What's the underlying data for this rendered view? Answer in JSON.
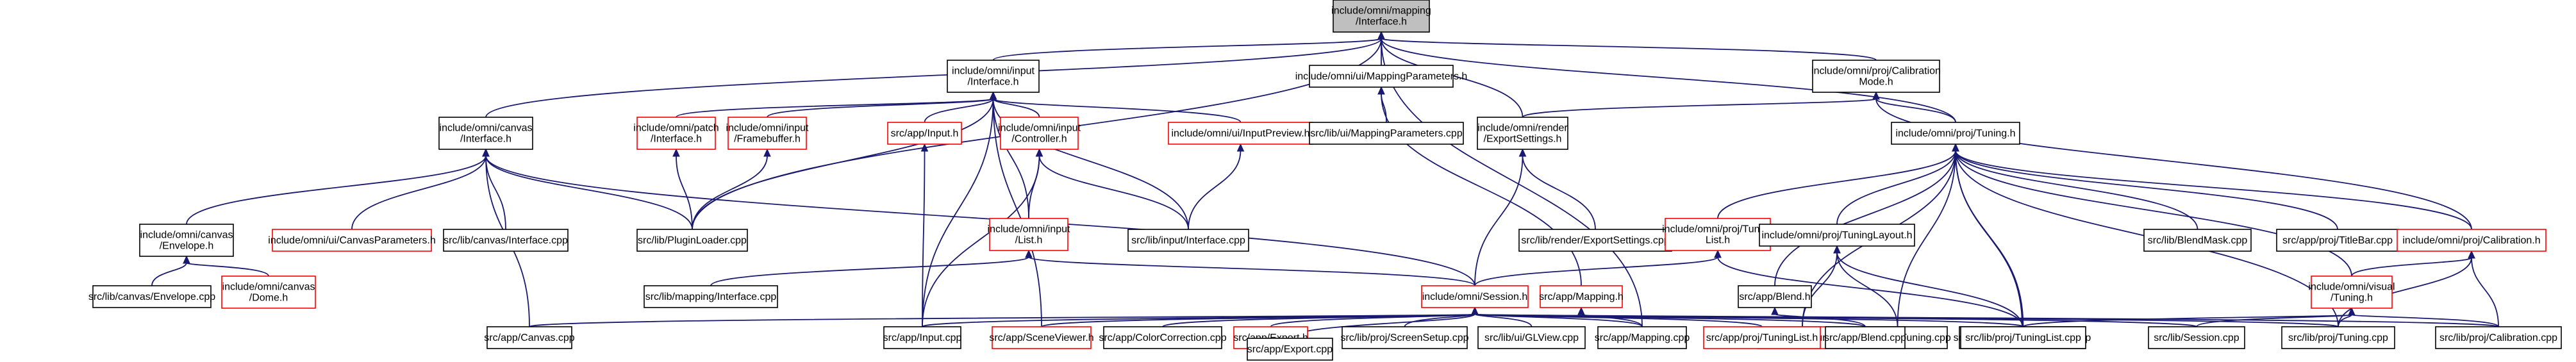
{
  "colors": {
    "edge": "#191970",
    "node_border_documented": "#000000",
    "node_border_undocumented": "#ff0000",
    "root_fill": "#bfbfbf",
    "node_fill": "#ffffff",
    "text": "#000000",
    "background": "#ffffff"
  },
  "nodes": [
    {
      "id": "root",
      "lines": [
        "include/omni/mapping",
        "/Interface.h"
      ],
      "style": "root"
    },
    {
      "id": "input_h",
      "lines": [
        "include/omni/input",
        "/Interface.h"
      ],
      "style": "black"
    },
    {
      "id": "mapping_params_h",
      "lines": [
        "include/omni/ui/MappingParameters.h"
      ],
      "style": "black"
    },
    {
      "id": "calib_mode_h",
      "lines": [
        "include/omni/proj/Calibration",
        "Mode.h"
      ],
      "style": "black"
    },
    {
      "id": "canvas_h",
      "lines": [
        "include/omni/canvas",
        "/Interface.h"
      ],
      "style": "black"
    },
    {
      "id": "patch_h",
      "lines": [
        "include/omni/patch",
        "/Interface.h"
      ],
      "style": "red"
    },
    {
      "id": "framebuffer_h",
      "lines": [
        "include/omni/input",
        "/Framebuffer.h"
      ],
      "style": "red"
    },
    {
      "id": "app_input_h",
      "lines": [
        "src/app/Input.h"
      ],
      "style": "red"
    },
    {
      "id": "input_controller_h",
      "lines": [
        "include/omni/input",
        "/Controller.h"
      ],
      "style": "red"
    },
    {
      "id": "input_preview_h",
      "lines": [
        "include/omni/ui/InputPreview.h"
      ],
      "style": "red"
    },
    {
      "id": "mapping_params_cpp",
      "lines": [
        "src/lib/ui/MappingParameters.cpp"
      ],
      "style": "black"
    },
    {
      "id": "export_settings_h",
      "lines": [
        "include/omni/render",
        "/ExportSettings.h"
      ],
      "style": "black"
    },
    {
      "id": "tuning_h",
      "lines": [
        "include/omni/proj/Tuning.h"
      ],
      "style": "black"
    },
    {
      "id": "envelope_h",
      "lines": [
        "include/omni/canvas",
        "/Envelope.h"
      ],
      "style": "black"
    },
    {
      "id": "canvas_params_h",
      "lines": [
        "include/omni/ui/CanvasParameters.h"
      ],
      "style": "red"
    },
    {
      "id": "canvas_iface_cpp",
      "lines": [
        "src/lib/canvas/Interface.cpp"
      ],
      "style": "black"
    },
    {
      "id": "plugin_loader_cpp",
      "lines": [
        "src/lib/PluginLoader.cpp"
      ],
      "style": "black"
    },
    {
      "id": "input_list_h",
      "lines": [
        "include/omni/input",
        "/List.h"
      ],
      "style": "red"
    },
    {
      "id": "input_iface_cpp",
      "lines": [
        "src/lib/input/Interface.cpp"
      ],
      "style": "black"
    },
    {
      "id": "export_settings_cpp",
      "lines": [
        "src/lib/render/ExportSettings.cpp"
      ],
      "style": "black"
    },
    {
      "id": "tuning_list_h",
      "lines": [
        "include/omni/proj/Tuning",
        "List.h"
      ],
      "style": "red"
    },
    {
      "id": "tuning_layout_h",
      "lines": [
        "include/omni/proj/TuningLayout.h"
      ],
      "style": "black"
    },
    {
      "id": "blend_mask_cpp",
      "lines": [
        "src/lib/BlendMask.cpp"
      ],
      "style": "black"
    },
    {
      "id": "titlebar_cpp",
      "lines": [
        "src/app/proj/TitleBar.cpp"
      ],
      "style": "black"
    },
    {
      "id": "calibration_h",
      "lines": [
        "include/omni/proj/Calibration.h"
      ],
      "style": "red"
    },
    {
      "id": "envelope_cpp",
      "lines": [
        "src/lib/canvas/Envelope.cpp"
      ],
      "style": "black"
    },
    {
      "id": "dome_h",
      "lines": [
        "include/omni/canvas",
        "/Dome.h"
      ],
      "style": "red"
    },
    {
      "id": "mapping_iface_cpp",
      "lines": [
        "src/lib/mapping/Interface.cpp"
      ],
      "style": "black"
    },
    {
      "id": "session_h",
      "lines": [
        "include/omni/Session.h"
      ],
      "style": "red"
    },
    {
      "id": "app_mapping_h",
      "lines": [
        "src/app/Mapping.h"
      ],
      "style": "red"
    },
    {
      "id": "app_blend_h",
      "lines": [
        "src/app/Blend.h"
      ],
      "style": "black"
    },
    {
      "id": "app_proj_tuning_h",
      "lines": [
        "src/app/proj/Tuning.h"
      ],
      "style": "red"
    },
    {
      "id": "app_proj_tuning_cpp",
      "lines": [
        "src/app/proj/Tuning.cpp"
      ],
      "style": "black"
    },
    {
      "id": "app_proj_tuning_layout_cpp",
      "lines": [
        "src/app/proj/TuningLayout.cpp"
      ],
      "style": "black"
    },
    {
      "id": "visual_tuning_h",
      "lines": [
        "include/omni/visual",
        "/Tuning.h"
      ],
      "style": "red"
    },
    {
      "id": "app_canvas_cpp",
      "lines": [
        "src/app/Canvas.cpp"
      ],
      "style": "black"
    },
    {
      "id": "app_input_cpp",
      "lines": [
        "src/app/Input.cpp"
      ],
      "style": "black"
    },
    {
      "id": "scene_viewer_h",
      "lines": [
        "src/app/SceneViewer.h"
      ],
      "style": "red"
    },
    {
      "id": "color_correction_cpp",
      "lines": [
        "src/app/ColorCorrection.cpp"
      ],
      "style": "black"
    },
    {
      "id": "app_export_h",
      "lines": [
        "src/app/Export.h"
      ],
      "style": "red"
    },
    {
      "id": "screen_setup_cpp",
      "lines": [
        "src/lib/proj/ScreenSetup.cpp"
      ],
      "style": "black"
    },
    {
      "id": "glview_cpp",
      "lines": [
        "src/lib/ui/GLView.cpp"
      ],
      "style": "black"
    },
    {
      "id": "app_mapping_cpp",
      "lines": [
        "src/app/Mapping.cpp"
      ],
      "style": "black"
    },
    {
      "id": "app_proj_tuning_list_h",
      "lines": [
        "src/app/proj/TuningList.h"
      ],
      "style": "red"
    },
    {
      "id": "app_blend_cpp",
      "lines": [
        "src/app/Blend.cpp"
      ],
      "style": "black"
    },
    {
      "id": "lib_tuning_list_cpp",
      "lines": [
        "src/lib/proj/TuningList.cpp"
      ],
      "style": "black"
    },
    {
      "id": "lib_session_cpp",
      "lines": [
        "src/lib/Session.cpp"
      ],
      "style": "black"
    },
    {
      "id": "lib_tuning_cpp",
      "lines": [
        "src/lib/proj/Tuning.cpp"
      ],
      "style": "black"
    },
    {
      "id": "lib_calibration_cpp",
      "lines": [
        "src/lib/proj/Calibration.cpp"
      ],
      "style": "black"
    },
    {
      "id": "app_export_cpp",
      "lines": [
        "src/app/Export.cpp"
      ],
      "style": "black"
    }
  ],
  "edges": [
    [
      "root",
      "input_h"
    ],
    [
      "root",
      "mapping_params_h"
    ],
    [
      "root",
      "calib_mode_h"
    ],
    [
      "root",
      "canvas_h"
    ],
    [
      "root",
      "export_settings_h"
    ],
    [
      "root",
      "tuning_h"
    ],
    [
      "root",
      "plugin_loader_cpp"
    ],
    [
      "root",
      "app_mapping_cpp"
    ],
    [
      "input_h",
      "patch_h"
    ],
    [
      "input_h",
      "framebuffer_h"
    ],
    [
      "input_h",
      "app_input_h"
    ],
    [
      "input_h",
      "input_controller_h"
    ],
    [
      "input_h",
      "input_preview_h"
    ],
    [
      "input_h",
      "plugin_loader_cpp"
    ],
    [
      "input_h",
      "input_list_h"
    ],
    [
      "input_h",
      "input_iface_cpp"
    ],
    [
      "input_h",
      "app_input_cpp"
    ],
    [
      "input_h",
      "scene_viewer_h"
    ],
    [
      "mapping_params_h",
      "mapping_params_cpp"
    ],
    [
      "mapping_params_h",
      "app_mapping_h"
    ],
    [
      "calib_mode_h",
      "export_settings_h"
    ],
    [
      "calib_mode_h",
      "tuning_h"
    ],
    [
      "calib_mode_h",
      "calibration_h"
    ],
    [
      "canvas_h",
      "envelope_h"
    ],
    [
      "canvas_h",
      "canvas_params_h"
    ],
    [
      "canvas_h",
      "canvas_iface_cpp"
    ],
    [
      "canvas_h",
      "plugin_loader_cpp"
    ],
    [
      "canvas_h",
      "session_h"
    ],
    [
      "canvas_h",
      "app_canvas_cpp"
    ],
    [
      "patch_h",
      "plugin_loader_cpp"
    ],
    [
      "framebuffer_h",
      "plugin_loader_cpp"
    ],
    [
      "app_input_h",
      "app_input_cpp"
    ],
    [
      "input_controller_h",
      "input_list_h"
    ],
    [
      "input_controller_h",
      "input_iface_cpp"
    ],
    [
      "input_controller_h",
      "app_input_cpp"
    ],
    [
      "input_preview_h",
      "input_iface_cpp"
    ],
    [
      "export_settings_h",
      "export_settings_cpp"
    ],
    [
      "export_settings_h",
      "session_h"
    ],
    [
      "tuning_h",
      "tuning_list_h"
    ],
    [
      "tuning_h",
      "tuning_layout_h"
    ],
    [
      "tuning_h",
      "blend_mask_cpp"
    ],
    [
      "tuning_h",
      "titlebar_cpp"
    ],
    [
      "tuning_h",
      "calibration_h"
    ],
    [
      "tuning_h",
      "app_blend_h"
    ],
    [
      "tuning_h",
      "app_proj_tuning_h"
    ],
    [
      "tuning_h",
      "app_proj_tuning_cpp"
    ],
    [
      "tuning_h",
      "app_proj_tuning_layout_cpp"
    ],
    [
      "tuning_h",
      "visual_tuning_h"
    ],
    [
      "tuning_h",
      "lib_tuning_cpp"
    ],
    [
      "tuning_h",
      "lib_tuning_list_cpp"
    ],
    [
      "envelope_h",
      "envelope_cpp"
    ],
    [
      "envelope_h",
      "dome_h"
    ],
    [
      "input_list_h",
      "session_h"
    ],
    [
      "input_list_h",
      "mapping_iface_cpp"
    ],
    [
      "tuning_list_h",
      "session_h"
    ],
    [
      "tuning_list_h",
      "lib_tuning_list_cpp"
    ],
    [
      "tuning_layout_h",
      "app_proj_tuning_h"
    ],
    [
      "tuning_layout_h",
      "app_proj_tuning_cpp"
    ],
    [
      "tuning_layout_h",
      "app_proj_tuning_layout_cpp"
    ],
    [
      "calibration_h",
      "visual_tuning_h"
    ],
    [
      "calibration_h",
      "lib_calibration_cpp"
    ],
    [
      "calibration_h",
      "lib_tuning_cpp"
    ],
    [
      "session_h",
      "app_canvas_cpp"
    ],
    [
      "session_h",
      "app_input_cpp"
    ],
    [
      "session_h",
      "scene_viewer_h"
    ],
    [
      "session_h",
      "color_correction_cpp"
    ],
    [
      "session_h",
      "app_export_h"
    ],
    [
      "session_h",
      "app_export_cpp"
    ],
    [
      "session_h",
      "screen_setup_cpp"
    ],
    [
      "session_h",
      "glview_cpp"
    ],
    [
      "session_h",
      "app_mapping_cpp"
    ],
    [
      "session_h",
      "app_proj_tuning_list_h"
    ],
    [
      "session_h",
      "app_blend_cpp"
    ],
    [
      "session_h",
      "lib_tuning_list_cpp"
    ],
    [
      "session_h",
      "lib_session_cpp"
    ],
    [
      "session_h",
      "lib_tuning_cpp"
    ],
    [
      "session_h",
      "lib_calibration_cpp"
    ],
    [
      "app_mapping_h",
      "app_mapping_cpp"
    ],
    [
      "app_blend_h",
      "app_blend_cpp"
    ],
    [
      "app_export_h",
      "app_export_cpp"
    ],
    [
      "visual_tuning_h",
      "lib_session_cpp"
    ],
    [
      "visual_tuning_h",
      "lib_tuning_cpp"
    ],
    [
      "visual_tuning_h",
      "lib_calibration_cpp"
    ],
    [
      "visual_tuning_h",
      "lib_tuning_list_cpp"
    ]
  ]
}
